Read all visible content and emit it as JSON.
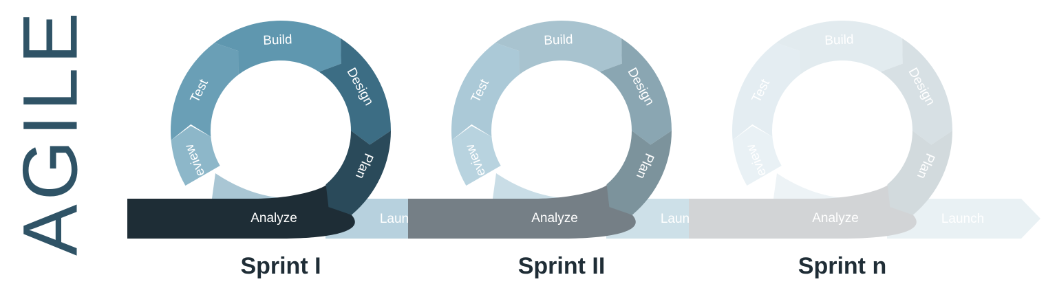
{
  "title": "AGILE",
  "colors": {
    "title": "#2f5366",
    "caption": "#1f2d36"
  },
  "sprints": [
    {
      "caption": "Sprint I",
      "stages": {
        "build": "Build",
        "design": "Design",
        "plan": "Plan",
        "test": "Test",
        "review": "Review",
        "analyze": "Analyze",
        "launch": "Launch"
      },
      "colors": {
        "build": "#5f97af",
        "design": "#3c6d84",
        "plan": "#2a4a5a",
        "test": "#6a9fb6",
        "review": "#8db7c9",
        "analyze": "#1e2d36",
        "launch": "#b7d1de",
        "inner": "#a9c6d4",
        "text": "#ffffff",
        "launchText": "#ffffff"
      }
    },
    {
      "caption": "Sprint II",
      "stages": {
        "build": "Build",
        "design": "Design",
        "plan": "Plan",
        "test": "Test",
        "review": "Review",
        "analyze": "Analyze",
        "launch": "Launch"
      },
      "colors": {
        "build": "#a8c3cf",
        "design": "#8aa6b2",
        "plan": "#7c939c",
        "test": "#abc9d7",
        "review": "#b8d3df",
        "analyze": "#757f86",
        "launch": "#cde0e8",
        "inner": "#c9dde6",
        "text": "#ffffff",
        "launchText": "#ffffff"
      }
    },
    {
      "caption": "Sprint n",
      "stages": {
        "build": "Build",
        "design": "Design",
        "plan": "Plan",
        "test": "Test",
        "review": "Review",
        "analyze": "Analyze",
        "launch": "Launch"
      },
      "colors": {
        "build": "#e2ebef",
        "design": "#d7e0e4",
        "plan": "#d2dadd",
        "test": "#e4edf2",
        "review": "#e9f1f5",
        "analyze": "#d2d4d6",
        "launch": "#e9f1f4",
        "inner": "#edf3f6",
        "text": "#ffffff",
        "launchText": "#ffffff"
      }
    }
  ]
}
